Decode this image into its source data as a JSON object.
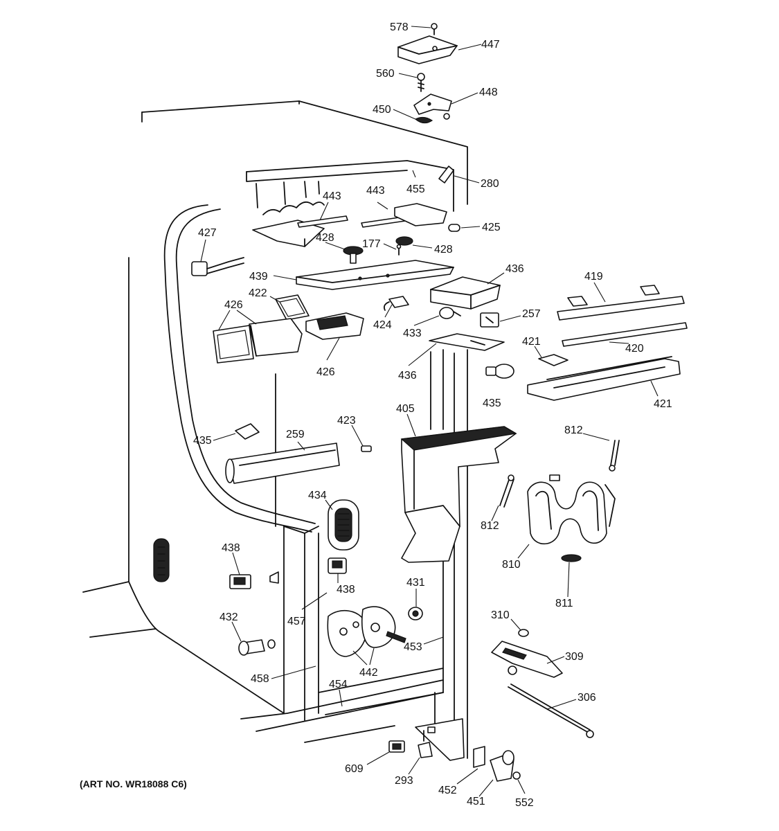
{
  "diagram": {
    "art_number": "(ART NO. WR18088 C6)",
    "callouts": {
      "c578": "578",
      "c447": "447",
      "c560": "560",
      "c448": "448",
      "c450": "450",
      "c280": "280",
      "c455": "455",
      "c443a": "443",
      "c443b": "443",
      "c425": "425",
      "c427": "427",
      "c428a": "428",
      "c177": "177",
      "c428b": "428",
      "c439": "439",
      "c436a": "436",
      "c419": "419",
      "c422": "422",
      "c426a": "426",
      "c424": "424",
      "c257": "257",
      "c433": "433",
      "c420": "420",
      "c421a": "421",
      "c426b": "426",
      "c436b": "436",
      "c435a": "435",
      "c421b": "421",
      "c405": "405",
      "c423": "423",
      "c259": "259",
      "c435b": "435",
      "c812a": "812",
      "c434": "434",
      "c812b": "812",
      "c438a": "438",
      "c810": "810",
      "c438b": "438",
      "c431": "431",
      "c811": "811",
      "c457": "457",
      "c432": "432",
      "c310": "310",
      "c453": "453",
      "c309": "309",
      "c442": "442",
      "c458": "458",
      "c454": "454",
      "c306": "306",
      "c609": "609",
      "c293": "293",
      "c452": "452",
      "c451": "451",
      "c552": "552"
    }
  }
}
